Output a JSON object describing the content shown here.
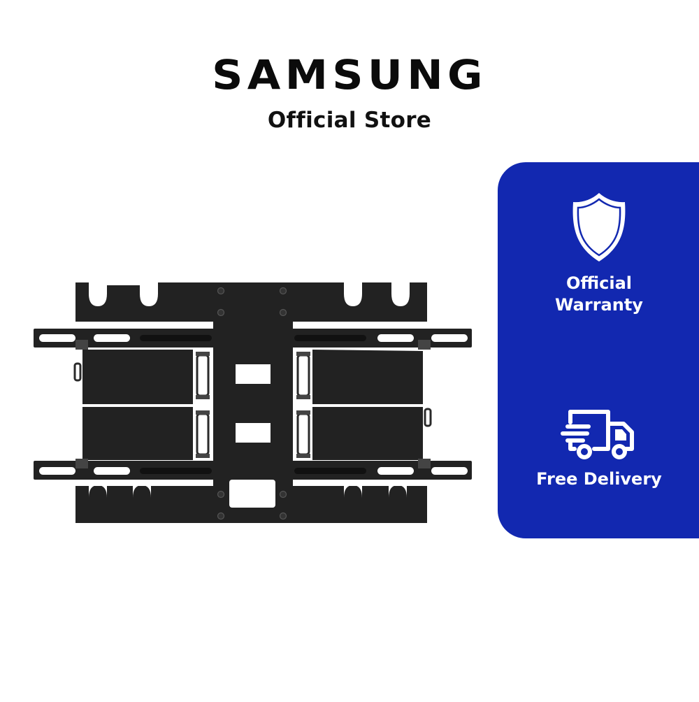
{
  "header": {
    "brand": "SAMSUNG",
    "subtitle": "Official Store"
  },
  "product": {
    "name": "TV wall mount (full motion, black)",
    "icon": "wall-mount-bracket-image",
    "color": "#222222"
  },
  "badges_panel": {
    "background_color": "#1228b0",
    "items": [
      {
        "icon": "shield-icon",
        "label_line1": "Official",
        "label_line2": "Warranty"
      },
      {
        "icon": "delivery-truck-icon",
        "label": "Free Delivery"
      }
    ]
  }
}
